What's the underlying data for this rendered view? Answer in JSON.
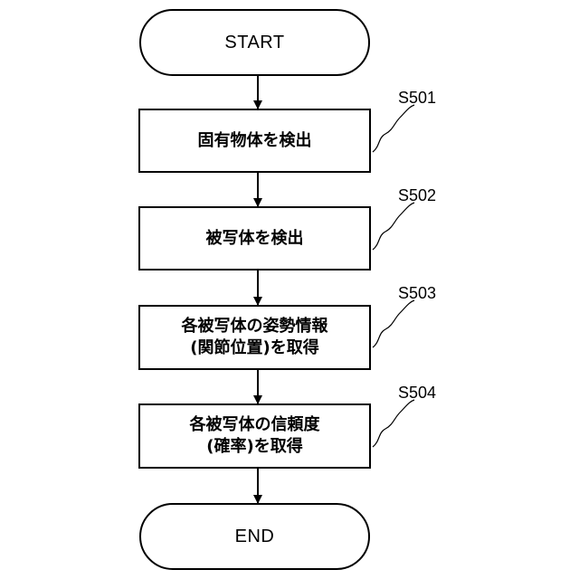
{
  "flowchart": {
    "start_label": "START",
    "end_label": "END",
    "steps": [
      {
        "id": "S501",
        "lines": [
          "固有物体を検出"
        ]
      },
      {
        "id": "S502",
        "lines": [
          "被写体を検出"
        ]
      },
      {
        "id": "S503",
        "lines": [
          "各被写体の姿勢情報",
          "(関節位置)を取得"
        ]
      },
      {
        "id": "S504",
        "lines": [
          "各被写体の信頼度",
          "(確率)を取得"
        ]
      }
    ]
  }
}
